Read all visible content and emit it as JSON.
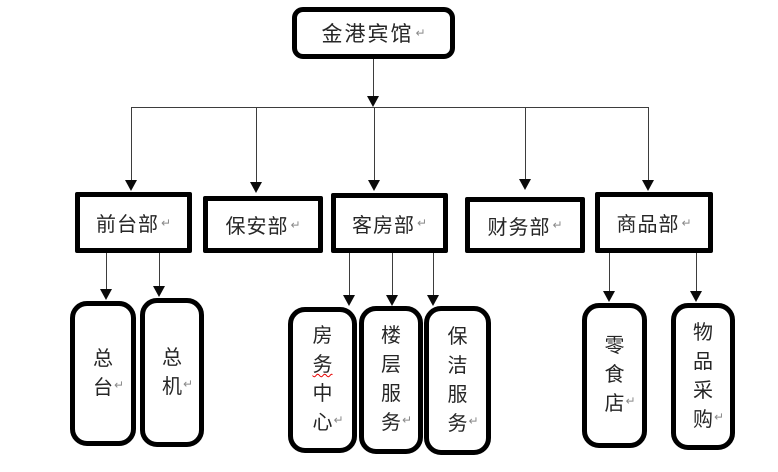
{
  "chart": {
    "type": "org-chart",
    "root": {
      "id": "hotel",
      "label": "金港宾馆"
    },
    "departments": [
      {
        "id": "front-office",
        "label": "前台部"
      },
      {
        "id": "security",
        "label": "保安部"
      },
      {
        "id": "housekeeping",
        "label": "客房部"
      },
      {
        "id": "finance",
        "label": "财务部"
      },
      {
        "id": "commodity",
        "label": "商品部"
      }
    ],
    "units": [
      {
        "id": "front-desk",
        "label": "总台",
        "parent": "前台部"
      },
      {
        "id": "switchboard",
        "label": "总机",
        "parent": "前台部"
      },
      {
        "id": "room-service-center",
        "label": "房务中心",
        "parent": "客房部",
        "spellcheck_underline_char_index": 1
      },
      {
        "id": "floor-service",
        "label": "楼层服务",
        "parent": "客房部"
      },
      {
        "id": "cleaning-service",
        "label": "保洁服务",
        "parent": "客房部"
      },
      {
        "id": "snack-shop",
        "label": "零食店",
        "parent": "商品部"
      },
      {
        "id": "goods-purchasing",
        "label": "物品采购",
        "parent": "商品部"
      }
    ]
  },
  "marks": {
    "paragraph_mark": "↵"
  },
  "colors": {
    "background": "#ffffff",
    "box_border": "#000000",
    "connector": "#3d3d3d",
    "arrowhead": "#0a0a0a",
    "text": "#262626",
    "paragraph_mark": "#8a8a8a",
    "spellcheck_squiggle": "#e60000"
  }
}
